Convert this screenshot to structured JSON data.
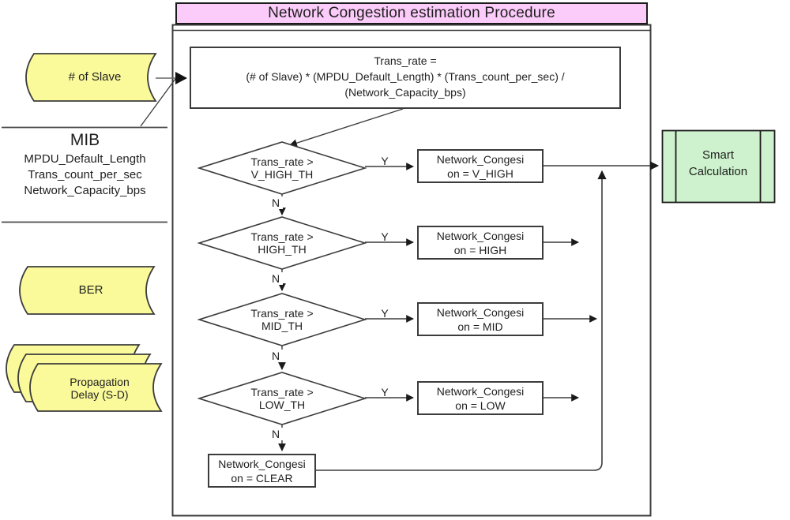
{
  "colors": {
    "title_bg": "#fbcbf9",
    "input_bg": "#fafa9b",
    "output_bg": "#cdf2cd",
    "line": "#3c3c3c"
  },
  "title": "Network Congestion estimation Procedure",
  "formula": {
    "line1": "Trans_rate =",
    "line2": "(# of Slave) * (MPDU_Default_Length) * (Trans_count_per_sec) /",
    "line3": "(Network_Capacity_bps)"
  },
  "inputs": {
    "slave_label": "# of Slave",
    "mib_title": "MIB",
    "mib_items": [
      "MPDU_Default_Length",
      "Trans_count_per_sec",
      "Network_Capacity_bps"
    ],
    "ber_label": "BER",
    "prop_line1": "Propagation",
    "prop_line2": "Delay (S-D)"
  },
  "decisions": [
    {
      "cond1": "Trans_rate >",
      "cond2": "V_HIGH_TH",
      "yes": "Y",
      "no": "N",
      "res1": "Network_Congesi",
      "res2": "on = V_HIGH"
    },
    {
      "cond1": "Trans_rate >",
      "cond2": "HIGH_TH",
      "yes": "Y",
      "no": "N",
      "res1": "Network_Congesi",
      "res2": "on = HIGH"
    },
    {
      "cond1": "Trans_rate >",
      "cond2": "MID_TH",
      "yes": "Y",
      "no": "N",
      "res1": "Network_Congesi",
      "res2": "on = MID"
    },
    {
      "cond1": "Trans_rate >",
      "cond2": "LOW_TH",
      "yes": "Y",
      "no": "N",
      "res1": "Network_Congesi",
      "res2": "on = LOW"
    }
  ],
  "clear": {
    "res1": "Network_Congesi",
    "res2": "on = CLEAR"
  },
  "output": {
    "line1": "Smart",
    "line2": "Calculation"
  }
}
